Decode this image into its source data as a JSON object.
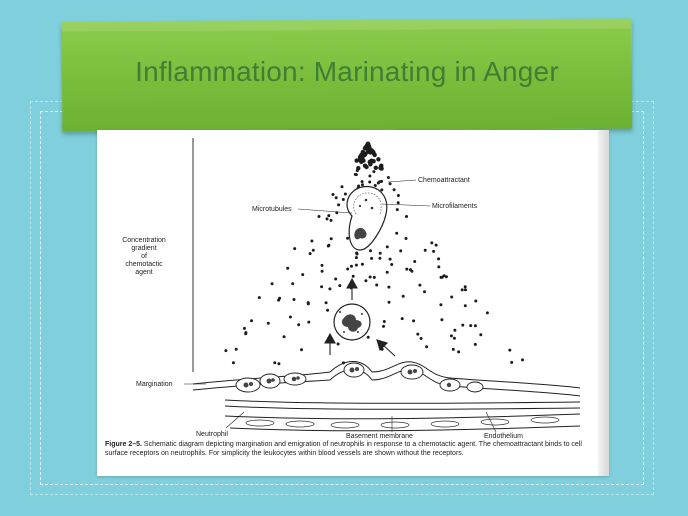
{
  "slide": {
    "title": "Inflammation: Marinating in Anger"
  },
  "figure": {
    "labels": {
      "chemoattractant": "Chemoattractant",
      "microtubules": "Microtubules",
      "microfilaments": "Microfilaments",
      "concentration_1": "Concentration",
      "concentration_2": "gradient",
      "concentration_3": "of",
      "concentration_4": "chemotactic",
      "concentration_5": "agent",
      "margination": "Margination",
      "neutrophil": "Neutrophil",
      "basement_membrane": "Basement membrane",
      "endothelium": "Endothelium"
    },
    "caption_label": "Figure 2–5.",
    "caption_text": " Schematic diagram depicting margination and emigration of neutrophils in response to a chemotactic agent. The chemoattractant binds to cell surface receptors on neutrophils. For simplicity the leukocytes within blood vessels are shown without the receptors."
  }
}
